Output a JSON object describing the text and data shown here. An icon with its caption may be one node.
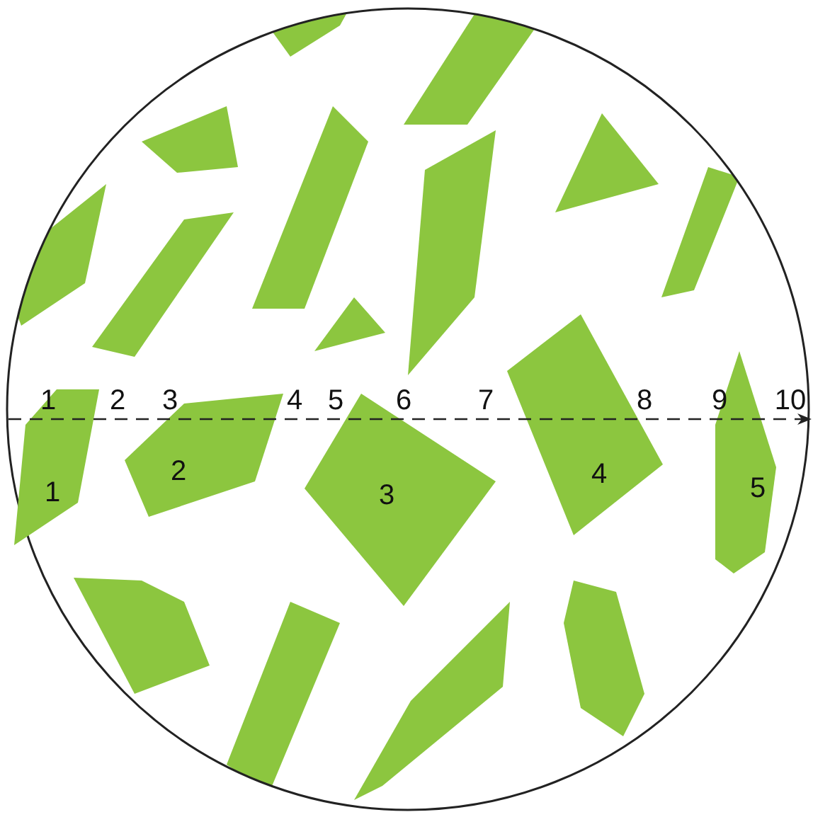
{
  "diagram": {
    "nodes": [
      {
        "text": [
          "1"
        ]
      },
      {
        "text": [
          "2"
        ]
      },
      {
        "text": [
          "3"
        ]
      },
      {
        "text": [
          "4"
        ]
      },
      {
        "text": [
          "5"
        ]
      }
    ],
    "labels": [
      "1",
      "2",
      "3",
      "4",
      "5",
      "6",
      "7",
      "8",
      "9",
      "10"
    ]
  }
}
